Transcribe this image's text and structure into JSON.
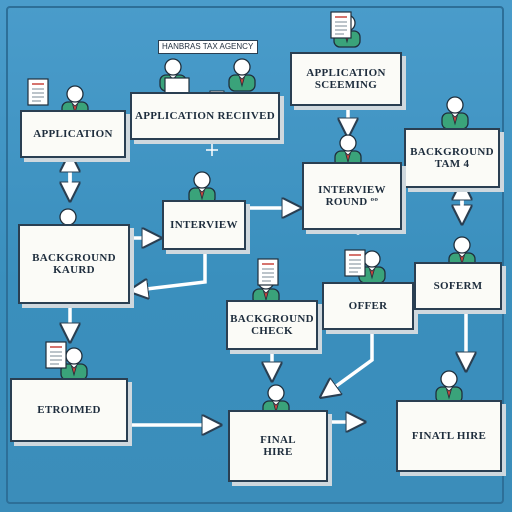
{
  "agency_sign": "HANBRAS TAX AGENCY",
  "nodes": {
    "application": "APPLICATION",
    "application_received": "APPLICATION RECIIVED",
    "application_screening": [
      "APPLICATION",
      "SCEEMING"
    ],
    "background_tam": [
      "BACKGROUND",
      "TAM 4"
    ],
    "interview_round": [
      "INTERVIEW",
      "ROUND ºº"
    ],
    "interview": "INTERVIEW",
    "background_kaurd": [
      "BACKGROUND",
      "KAURD"
    ],
    "background_check": [
      "BACKGROUND",
      "CHECK"
    ],
    "offer": "OFFER",
    "soferm": "SOFERM",
    "etroimed": "ETROIMED",
    "final_hire_center": [
      "FINAL",
      "HIRE"
    ],
    "final_hire_right": "FINATL HIRE"
  },
  "colors": {
    "background": "#3e93bf",
    "box_fill": "#fbfbf7",
    "outline": "#2a3f52",
    "shirt": "#3aa37a",
    "tie": "#c9463d",
    "arrow": "#ffffff"
  }
}
